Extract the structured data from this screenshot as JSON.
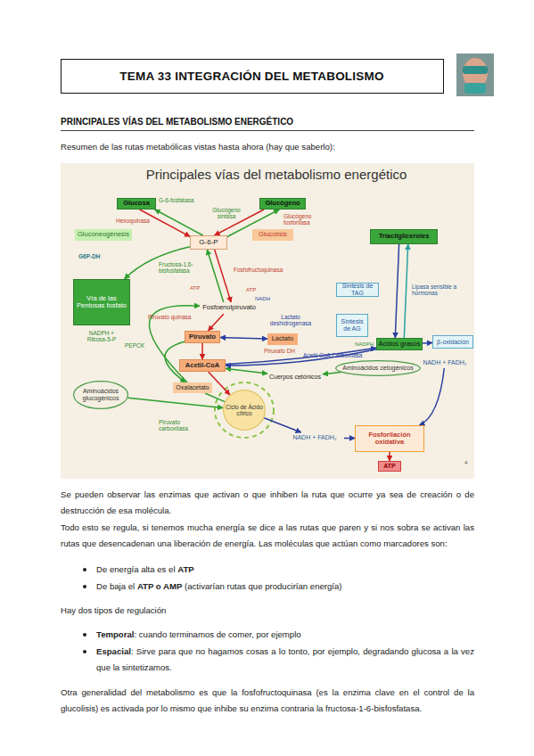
{
  "diagram": {
    "title": "TEMA 33 INTEGRACIÓN DEL METABOLISMO",
    "nodes": [
      {
        "text": [
          "Glucosa"
        ]
      },
      {
        "text": [
          "Glucógeno"
        ]
      },
      {
        "text": [
          "G-6-P"
        ]
      },
      {
        "text": [
          "Gluconeogénesis"
        ]
      },
      {
        "text": [
          "Glucolisis"
        ]
      },
      {
        "text": [
          "Vía de las Pentosas fosfato"
        ]
      },
      {
        "text": [
          "Fosfoenolpiruvato"
        ]
      },
      {
        "text": [
          "Piruvato"
        ]
      },
      {
        "text": [
          "Lactato"
        ]
      },
      {
        "text": [
          "Acetil-CoA"
        ]
      },
      {
        "text": [
          "Oxalacetato"
        ]
      },
      {
        "text": [
          "Ciclo de Ácido cítrico"
        ]
      },
      {
        "text": [
          "Aminoácidos glucogénicos"
        ]
      },
      {
        "text": [
          "Cuerpos cetónicos"
        ]
      },
      {
        "text": [
          "Aminoácidos cetogénicos"
        ]
      },
      {
        "text": [
          "Triacilgliceroles"
        ]
      },
      {
        "text": [
          "Síntesis de TAG"
        ]
      },
      {
        "text": [
          "Síntesis de AG"
        ]
      },
      {
        "text": [
          "Ácidos grasos"
        ]
      },
      {
        "text": [
          "β-oxidación"
        ]
      },
      {
        "text": [
          "NADH + FADH₂"
        ]
      },
      {
        "text": [
          "Fosforilación oxidativa"
        ]
      },
      {
        "text": [
          "ATP"
        ]
      },
      {
        "text": [
          "NADH + FADH₂"
        ]
      }
    ],
    "edges": [
      {
        "from": 2,
        "to": 0,
        "arrow": "to"
      },
      {
        "from": 0,
        "to": 2,
        "arrow": "to"
      },
      {
        "from": 2,
        "to": 1,
        "arrow": "to"
      },
      {
        "from": 1,
        "to": 2,
        "arrow": "to"
      },
      {
        "from": 2,
        "to": 5,
        "arrow": "to"
      },
      {
        "from": 2,
        "to": 6,
        "arrow": "to"
      },
      {
        "from": 6,
        "to": 2,
        "arrow": "to"
      },
      {
        "from": 6,
        "to": 7,
        "arrow": "to"
      },
      {
        "from": 7,
        "to": 8,
        "arrow": "both"
      },
      {
        "from": 7,
        "to": 9,
        "arrow": "to"
      },
      {
        "from": 7,
        "to": 10,
        "arrow": "to"
      },
      {
        "from": 10,
        "to": 6,
        "arrow": "to"
      },
      {
        "from": 9,
        "to": 11,
        "arrow": "to"
      },
      {
        "from": 10,
        "to": 11,
        "arrow": "none"
      },
      {
        "from": 12,
        "to": 11,
        "arrow": "to"
      },
      {
        "from": 9,
        "to": 13,
        "arrow": "both"
      },
      {
        "from": 14,
        "to": 13,
        "arrow": "to"
      },
      {
        "from": 9,
        "to": 18,
        "arrow": "to"
      },
      {
        "from": 18,
        "to": 9,
        "arrow": "to"
      },
      {
        "from": 15,
        "to": 18,
        "arrow": "to"
      },
      {
        "from": 18,
        "to": 15,
        "arrow": "to"
      },
      {
        "from": 18,
        "to": 19,
        "arrow": "to"
      },
      {
        "from": 11,
        "to": 23,
        "arrow": "to"
      },
      {
        "from": 23,
        "to": 21,
        "arrow": "to"
      },
      {
        "from": 20,
        "to": 21,
        "arrow": "to"
      },
      {
        "from": 21,
        "to": 22,
        "arrow": "to"
      }
    ],
    "labels": [
      "PRINCIPALES VÍAS DEL METABOLISMO ENERGÉTICO",
      "Resumen de las rutas metabólicas vistas hasta ahora (hay que saberlo):",
      "Principales vías del metabolismo energético",
      "G-6-fosfatasa",
      "Hexoquinasa",
      "Glucógeno sintasa",
      "Glucógeno fosforilasa",
      "G6P-DH",
      "Fructosa-1,6-bisfosfatasa",
      "Fosfofructoquinasa",
      "ATP",
      "ATP",
      "NADH",
      "Piruvato quinasa",
      "PEPCK",
      "Lactato deshidrogenasa",
      "Piruvato DH",
      "Acetil-CoA Carboxilasa",
      "Piruvato carboxilasa",
      "NADPH + Ribosa-5-P",
      "Lipasa sensible a hormonas",
      "NADPH",
      "4",
      "Se pueden observar las enzimas que activan o que inhiben la ruta que ocurre ya sea de creación o de destrucción de esa molécula.",
      "Todo esto se regula, si tenemos mucha energía se dice a las rutas que paren y si nos sobra se activan las rutas que desencadenan una liberación de energía. Las moléculas que actúan como marcadores son:",
      "De energía alta es el",
      "ATP",
      "De baja el",
      "ATP o AMP",
      "(activarían rutas que producirían energía)",
      "Hay dos tipos de regulación",
      "Temporal",
      ": cuando terminamos de comer, por ejemplo",
      "Espacial",
      ": Sirve para que no hagamos cosas a lo tonto, por ejemplo, degradando glucosa a la vez que la sintetizamos.",
      "Otra generalidad del metabolismo es que la fosfofructoquinasa (es la enzima clave en el control de la glucolisis) es activada por lo mismo que inhibe su enzima contraria la fructosa-1-6-bisfosfatasa."
    ]
  }
}
